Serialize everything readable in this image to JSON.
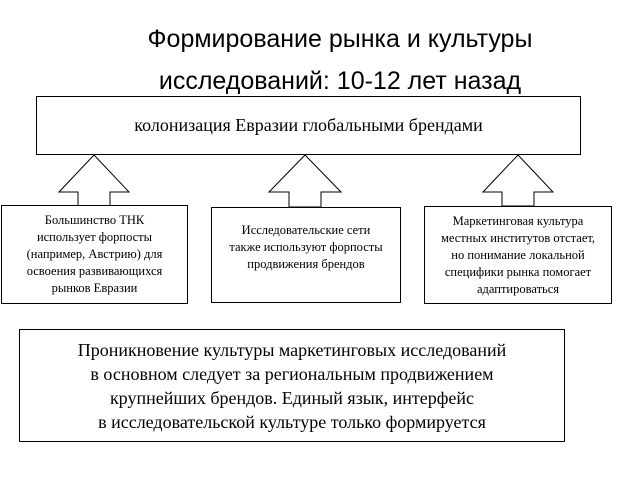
{
  "title": {
    "line1": "Формирование рынка и культуры",
    "line2": "исследований: 10-12 лет назад"
  },
  "top_box": {
    "text": "колонизация Евразии глобальными брендами"
  },
  "boxes": [
    {
      "lines": [
        "Большинство ТНК",
        "использует форпосты",
        "(например, Австрию) для",
        "освоения развивающихся",
        "рынков Евразии"
      ]
    },
    {
      "lines": [
        "Исследовательские сети",
        "также используют форпосты",
        "продвижения брендов"
      ]
    },
    {
      "lines": [
        "Маркетинговая культура",
        "местных институтов отстает,",
        "но понимание локальной",
        "специфики рынка помогает",
        "адаптироваться"
      ]
    }
  ],
  "bottom_box": {
    "lines": [
      "Проникновение культуры маркетинговых исследований",
      "в основном следует за региональным продвижением",
      "крупнейших брендов. Единый язык, интерфейс",
      "в исследовательской культуре только формируется"
    ]
  }
}
